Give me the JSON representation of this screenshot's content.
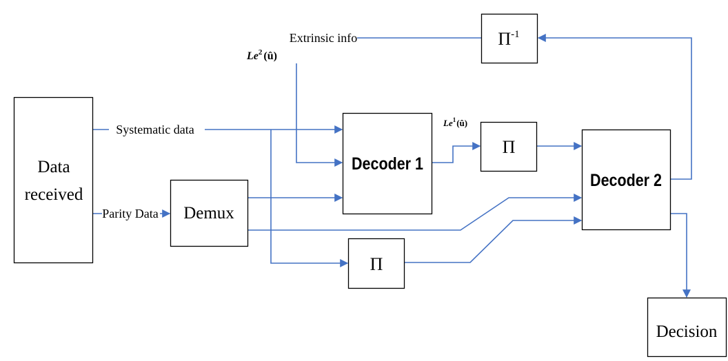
{
  "colors": {
    "line": "#4472c4",
    "box_border": "#000000",
    "background": "#ffffff"
  },
  "blocks": {
    "data_received": [
      "Data",
      "received"
    ],
    "demux": "Demux",
    "decoder1": "Decoder 1",
    "decoder2": "Decoder 2",
    "interleaver_top": "Π",
    "interleaver_bottom": "Π",
    "deinterleaver": {
      "symbol": "Π",
      "superscript": "-1"
    },
    "decision": "Decision"
  },
  "labels": {
    "systematic": "Systematic data",
    "parity": "Parity Data",
    "extrinsic": "Extrinsic info",
    "le2": {
      "base": "Le",
      "superscript": "2",
      "arg": "(û)"
    },
    "le1": {
      "base": "Le",
      "superscript": "1",
      "arg": "(û)"
    }
  }
}
